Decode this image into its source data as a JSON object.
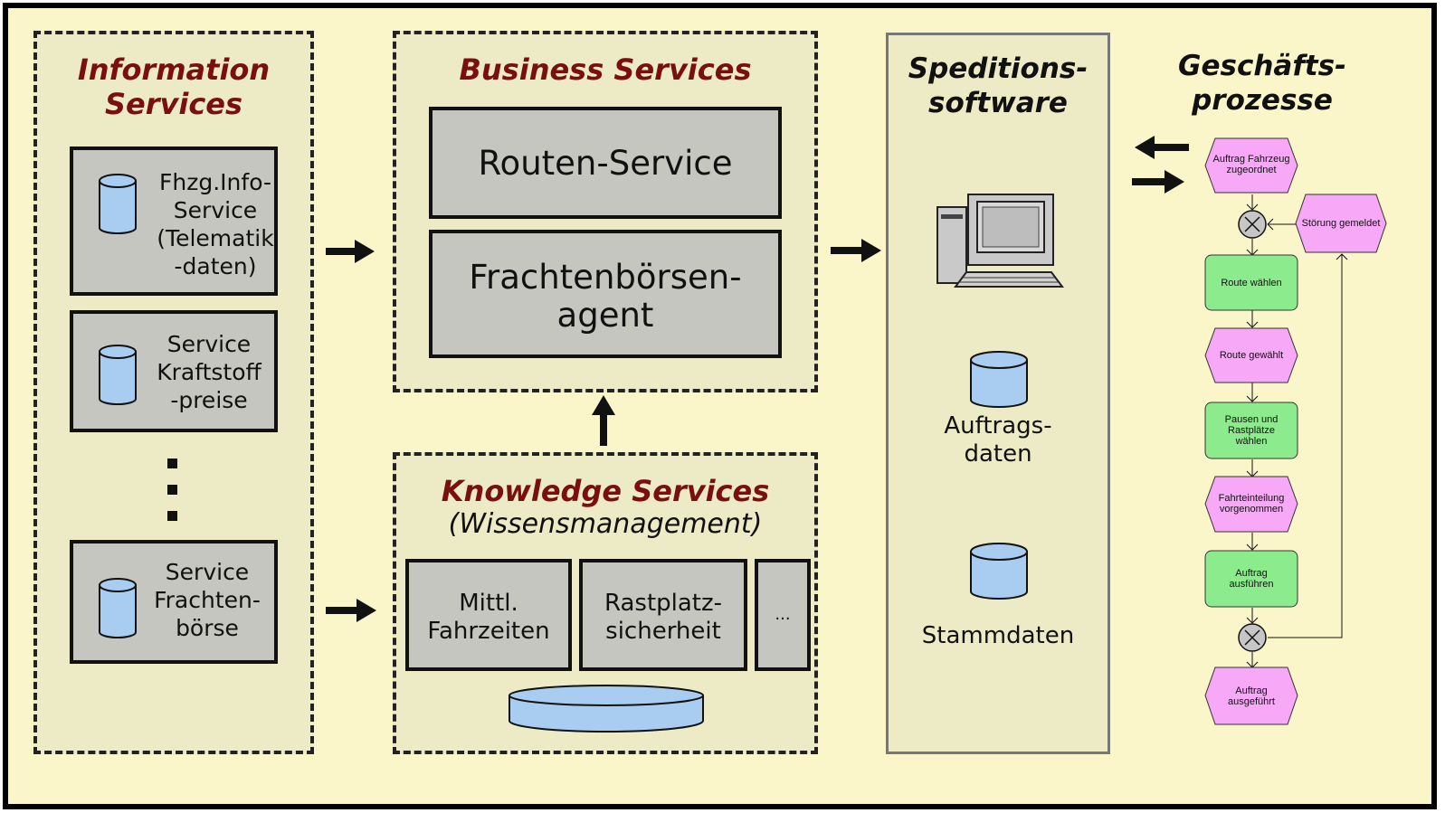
{
  "information_services": {
    "title": "Information\nServices",
    "items": [
      {
        "label": "Fhzg.Info-\nService\n(Telematik\n-daten)",
        "icon": "database-icon"
      },
      {
        "label": "Service\nKraftstoff\n-preise",
        "icon": "database-icon"
      },
      {
        "label": "Service\nFrachten-\nbörse",
        "icon": "database-icon"
      }
    ]
  },
  "business_services": {
    "title": "Business Services",
    "items": [
      "Routen-Service",
      "Frachtenbörsen-\nagent"
    ]
  },
  "knowledge_services": {
    "title": "Knowledge Services",
    "subtitle": "(Wissensmanagement)",
    "items": [
      "Mittl.\nFahrzeiten",
      "Rastplatz-\nsicherheit",
      "..."
    ]
  },
  "speditionssoftware": {
    "title": "Speditions-\nsoftware",
    "computer_icon": "desktop-computer-icon",
    "databases": [
      "Auftrags-\ndaten",
      "Stammdaten"
    ]
  },
  "geschaeftsprozesse": {
    "title": "Geschäfts-\nprozesse",
    "steps": [
      {
        "kind": "event",
        "label": "Auftrag Fahrzeug\nzugeordnet"
      },
      {
        "kind": "function",
        "label": "Route wählen"
      },
      {
        "kind": "event",
        "label": "Route gewählt"
      },
      {
        "kind": "function",
        "label": "Pausen und\nRastplätze\nwählen"
      },
      {
        "kind": "event",
        "label": "Fahrteinteilung\nvorgenommen"
      },
      {
        "kind": "function",
        "label": "Auftrag\nausführen"
      },
      {
        "kind": "event",
        "label": "Auftrag\nausgeführt"
      }
    ],
    "side_event": "Störung gemeldet",
    "connector_icon": "xor-connector-icon"
  },
  "colors": {
    "background": "#fbf6c9",
    "group_fill": "#ecebc6",
    "box_fill": "#c6c6c0",
    "title_red": "#7a0f0f",
    "database_blue": "#a9cdf0",
    "event_pink": "#f7a8f7",
    "function_green": "#8ceb8c"
  }
}
